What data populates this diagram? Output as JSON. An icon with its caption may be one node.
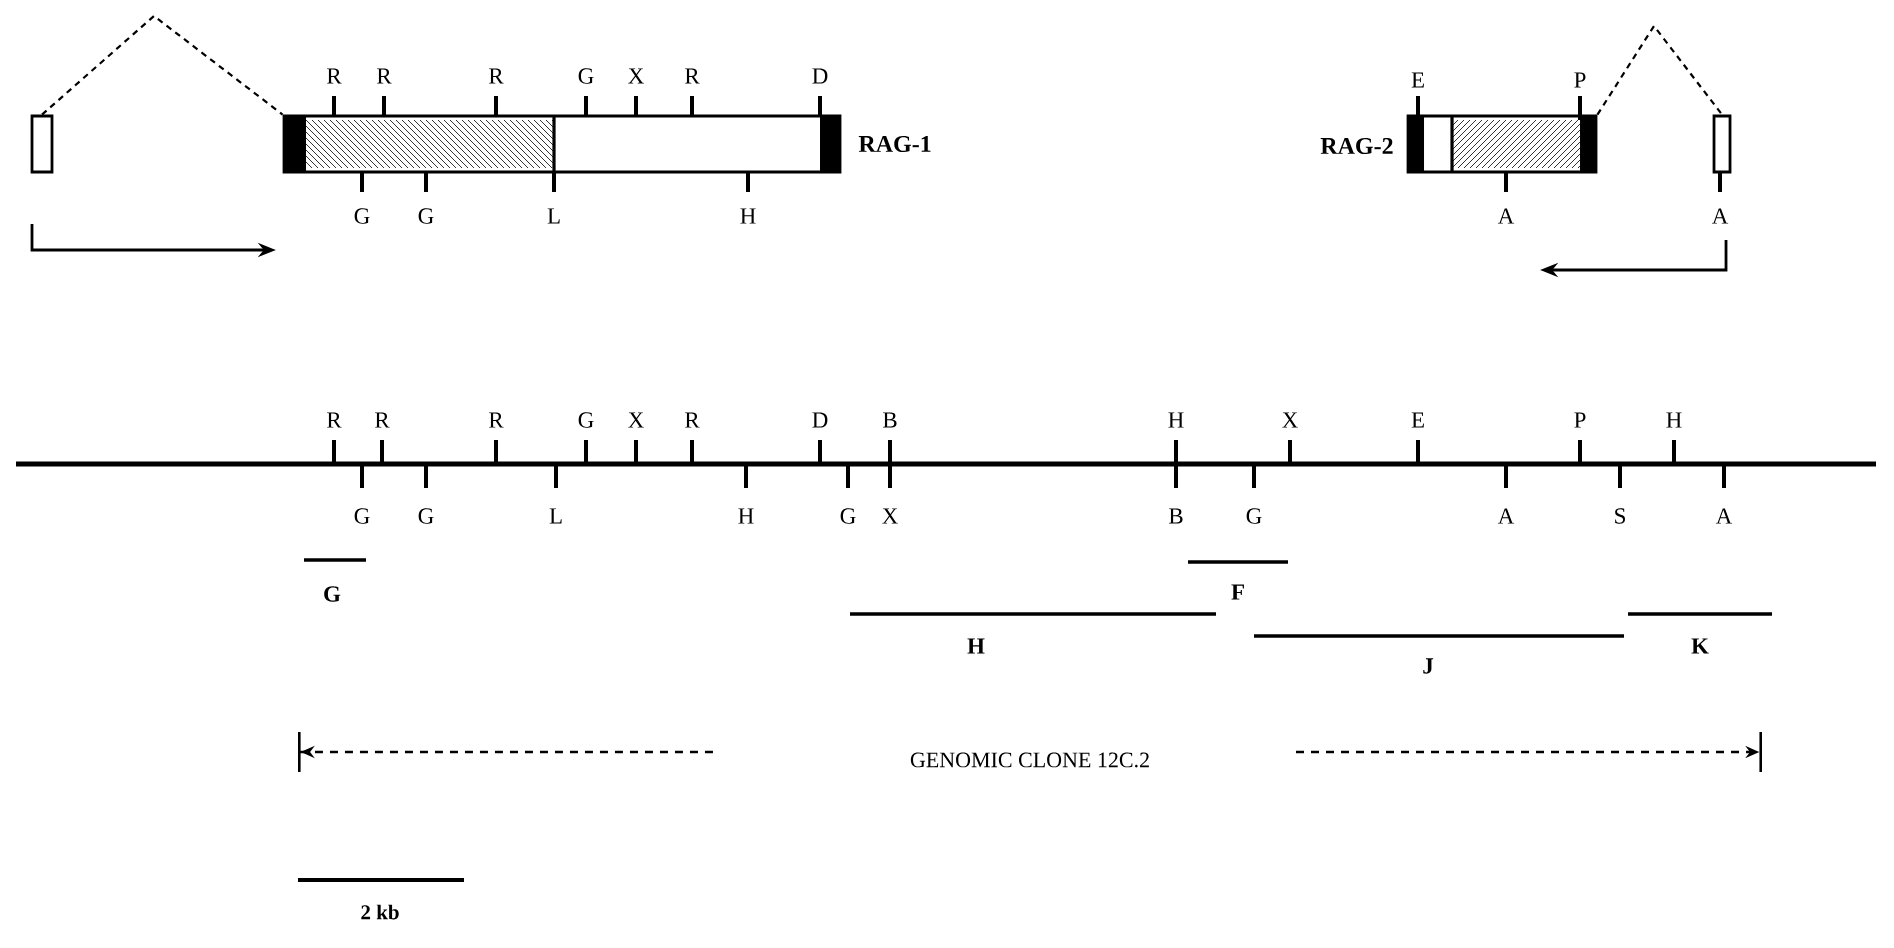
{
  "diagram": {
    "nodes": [
      {
        "text": [],
        "shape": "box"
      },
      {
        "text": [
          "RAG-1"
        ],
        "beside": [
          "R",
          "R",
          "R",
          "G",
          "X",
          "R",
          "D",
          "G",
          "G",
          "L",
          "H"
        ]
      },
      {
        "text": [
          "RAG-2"
        ],
        "beside": [
          "E",
          "P",
          "A"
        ]
      },
      {
        "text": [],
        "shape": "box",
        "beside": [
          "A"
        ]
      }
    ],
    "edges": [
      {
        "from": 0,
        "to": 1,
        "arrow": "none",
        "style": "dashed"
      },
      {
        "from": 2,
        "to": 3,
        "arrow": "none",
        "style": "dashed"
      }
    ],
    "labels": [
      "R",
      "R",
      "R",
      "G",
      "X",
      "R",
      "D",
      "B",
      "H",
      "X",
      "E",
      "P",
      "H",
      "G",
      "G",
      "L",
      "H",
      "G",
      "X",
      "B",
      "G",
      "A",
      "S",
      "A",
      "G",
      "F",
      "H",
      "K",
      "J",
      "GENOMIC CLONE  12C.2",
      "2 kb"
    ]
  }
}
